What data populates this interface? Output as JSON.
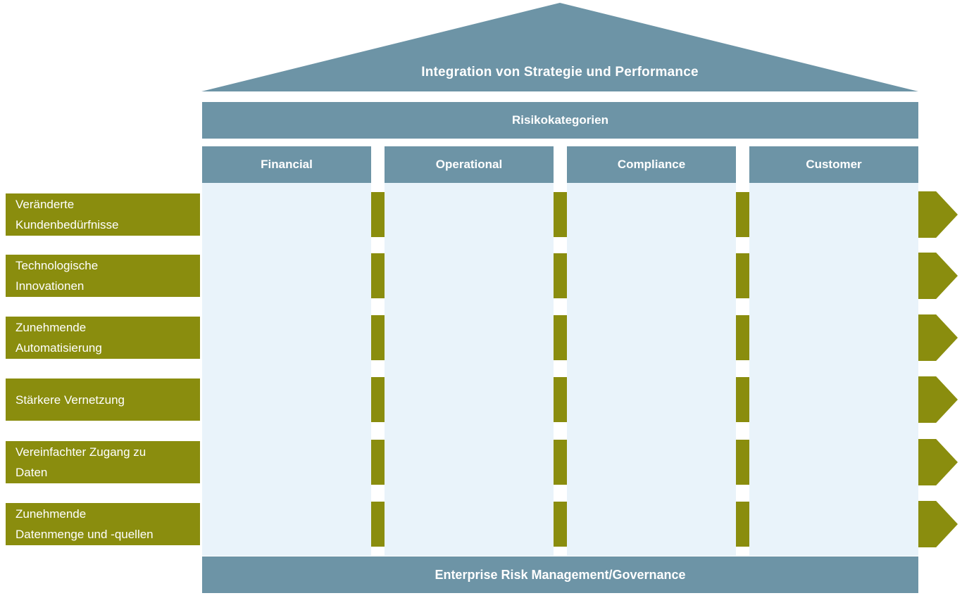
{
  "colors": {
    "slate": "#6D94A6",
    "pillar_fill": "#E9F3FA",
    "olive": "#8A8D0E",
    "text_light": "#FFFFFF"
  },
  "roof": {
    "title": "Integration von Strategie und Performance"
  },
  "risk_bar": {
    "label": "Risikokategorien"
  },
  "columns": [
    {
      "label": "Financial"
    },
    {
      "label": "Operational"
    },
    {
      "label": "Compliance"
    },
    {
      "label": "Customer"
    }
  ],
  "drivers": [
    {
      "label": "Veränderte Kundenbedürfnisse"
    },
    {
      "label": "Technologische Innovationen"
    },
    {
      "label": "Zunehmende Automatisierung"
    },
    {
      "label": "Stärkere Vernetzung"
    },
    {
      "label": "Vereinfachter Zugang zu Daten"
    },
    {
      "label": "Zunehmende Datenmenge und -quellen"
    }
  ],
  "base_bar": {
    "label": "Enterprise Risk Management/Governance"
  }
}
